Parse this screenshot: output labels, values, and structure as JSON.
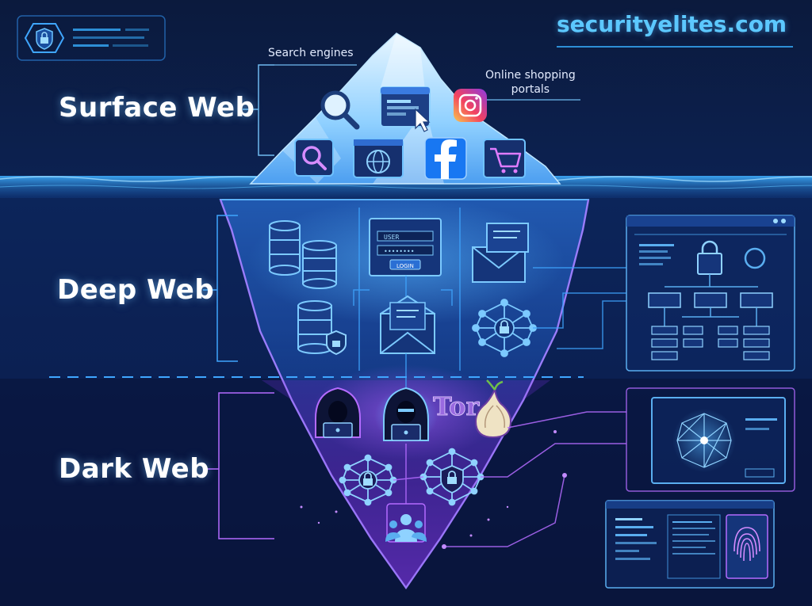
{
  "brand": {
    "site": "securityelites.com"
  },
  "layers": {
    "surface": {
      "label": "Surface Web"
    },
    "deep": {
      "label": "Deep Web"
    },
    "dark": {
      "label": "Dark Web"
    }
  },
  "callouts": {
    "search": "Search engines",
    "shopping_line1": "Online shopping",
    "shopping_line2": "portals"
  },
  "login_form": {
    "user": "USER",
    "pass": "••••••••",
    "button": "LOGIN"
  },
  "tor": {
    "text": "Tor"
  },
  "icons": {
    "surface": [
      "search-icon",
      "browser-click-icon",
      "instagram-icon",
      "search-icon",
      "globe-icon",
      "facebook-icon",
      "cart-icon"
    ],
    "deep": [
      "database-icon",
      "login-form-icon",
      "envelope-icon",
      "secure-database-icon",
      "envelope-icon",
      "lock-network-icon"
    ],
    "dark": [
      "hacker-icon",
      "hacker-icon",
      "tor-onion-icon",
      "lock-network-icon",
      "lock-network-icon",
      "users-group-icon"
    ],
    "panels": [
      "admin-dashboard-icon",
      "network-monitor-icon",
      "fingerprint-terminal-icon",
      "shield-lock-icon"
    ]
  },
  "colors": {
    "background": "#0a1a3c",
    "brand": "#5cc8ff",
    "surface_glow": "#4aa8ff",
    "deep_blue": "#1e6fd0",
    "dark_purple": "#9a4dff",
    "water": "#1e7fd6"
  }
}
